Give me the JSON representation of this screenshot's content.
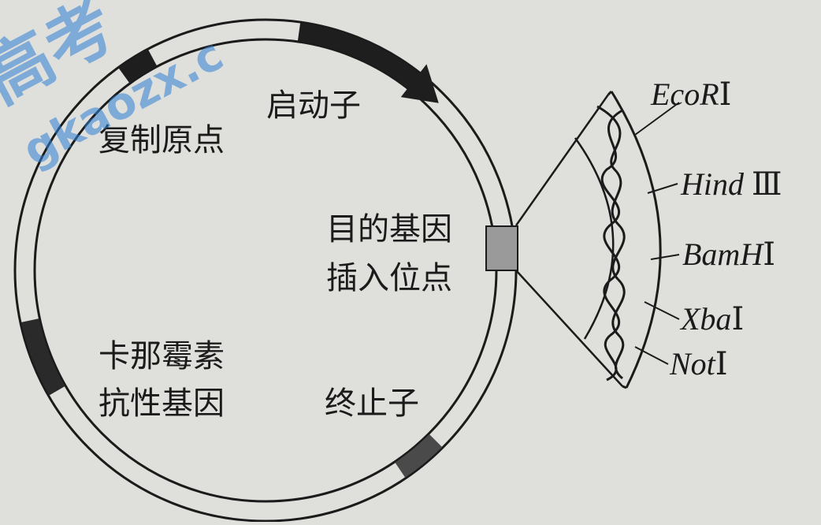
{
  "watermark": {
    "chars": "高考",
    "url": "gkaozx.c"
  },
  "plasmid": {
    "features": {
      "ori": "复制原点",
      "promoter": "启动子",
      "insertion_site_line1": "目的基因",
      "insertion_site_line2": "插入位点",
      "kan_line1": "卡那霉素",
      "kan_line2": "抗性基因",
      "terminator": "终止子"
    }
  },
  "restriction_sites": [
    {
      "name": "EcoR",
      "numeral": "Ⅰ"
    },
    {
      "name": "Hind",
      "numeral": "Ⅲ"
    },
    {
      "name": "BamH",
      "numeral": "Ⅰ"
    },
    {
      "name": "Xba",
      "numeral": "Ⅰ"
    },
    {
      "name": "Not",
      "numeral": "Ⅰ"
    }
  ],
  "colors": {
    "ink": "#1b1b1b",
    "marker_dark": "#1e1e1e",
    "marker_gray": "#7a7a7a",
    "insert_box": "#9a9a9a",
    "watermark": "#2f7fd6"
  }
}
